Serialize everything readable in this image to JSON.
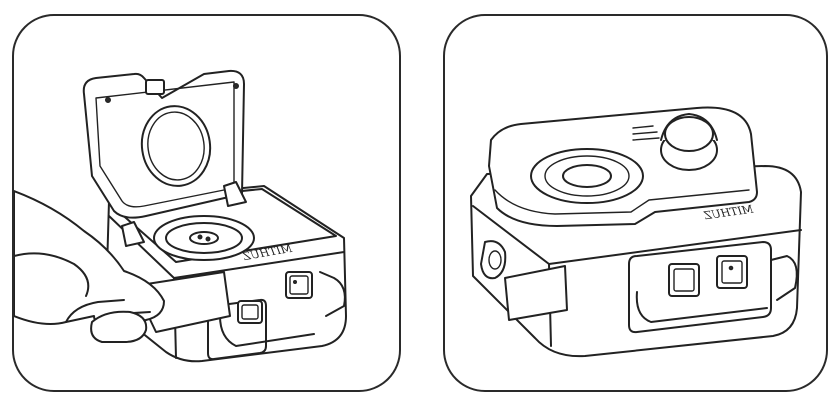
{
  "panels": [
    {
      "id": "open-lid-with-card"
    },
    {
      "id": "closed-lid-with-card"
    }
  ],
  "device": {
    "logo_text": "MITHUZ"
  },
  "icons": [
    "device-open-icon",
    "device-closed-icon",
    "hand-icon",
    "card-icon"
  ]
}
